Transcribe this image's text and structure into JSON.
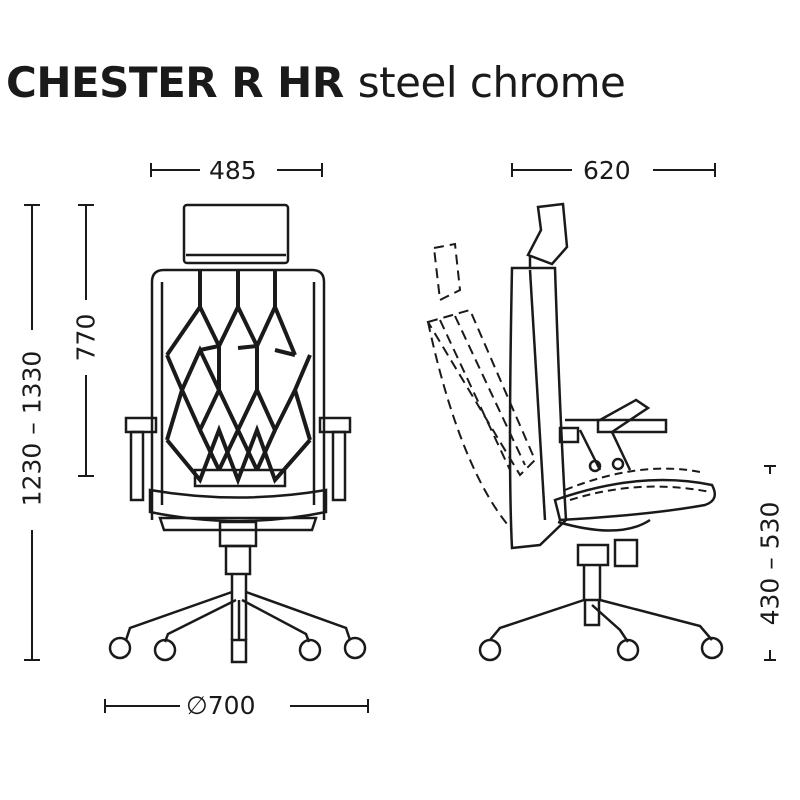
{
  "title": {
    "model": "CHESTER R HR",
    "finish": "steel chrome"
  },
  "dimensions": {
    "front_width": "485",
    "side_depth": "620",
    "total_height": "1230 – 1330",
    "back_height": "770",
    "seat_height": "430 – 530",
    "base_diameter": "∅700"
  },
  "views": {
    "front": "front-view",
    "side": "side-view"
  },
  "colors": {
    "line": "#1a1a1a",
    "background": "#ffffff"
  }
}
